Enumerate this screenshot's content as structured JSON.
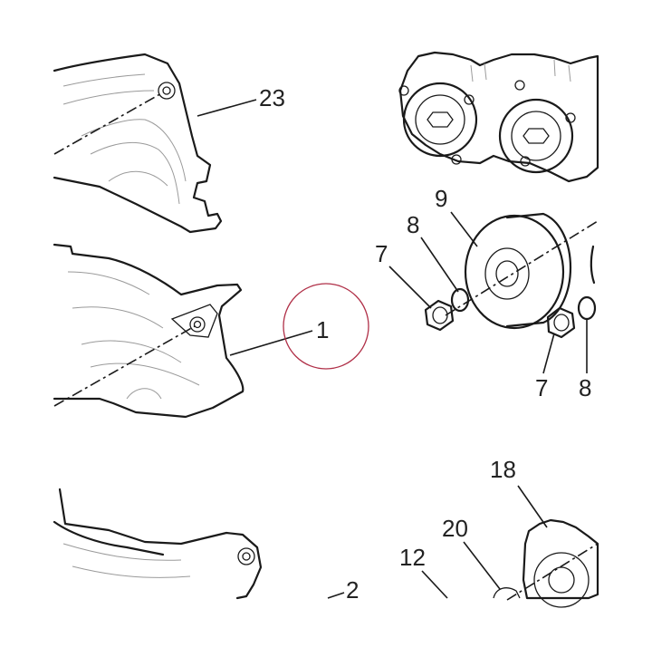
{
  "callouts": {
    "c23": "23",
    "c9": "9",
    "c8a": "8",
    "c7a": "7",
    "c1": "1",
    "c7b": "7",
    "c8b": "8",
    "c18": "18",
    "c20": "20",
    "c12": "12",
    "c2": "2"
  },
  "highlight_color": "#b03048"
}
